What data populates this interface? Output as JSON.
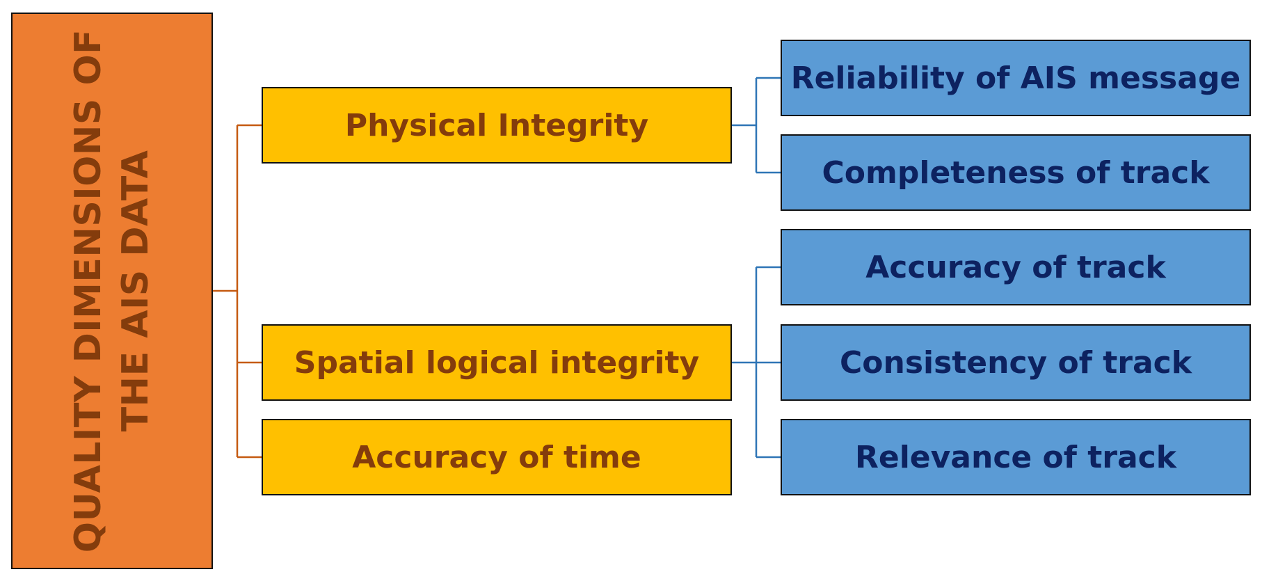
{
  "root": {
    "line1": "QUALITY DIMENSIONS OF",
    "line2": "THE AIS DATA"
  },
  "dimensions": [
    {
      "label": "Physical Integrity"
    },
    {
      "label": "Spatial logical integrity"
    },
    {
      "label": "Accuracy of time"
    }
  ],
  "sub_dimensions": [
    {
      "label": "Reliability of AIS message"
    },
    {
      "label": "Completeness of track"
    },
    {
      "label": "Accuracy of track"
    },
    {
      "label": "Consistency of track"
    },
    {
      "label": "Relevance of track"
    }
  ],
  "colors": {
    "root_fill": "#ed7d31",
    "root_text": "#843c0c",
    "dimension_fill": "#ffc000",
    "dimension_text": "#843c0c",
    "sub_fill": "#5b9bd5",
    "sub_text": "#0d2260",
    "root_connector": "#c55a11",
    "sub_connector": "#2e75b6"
  }
}
